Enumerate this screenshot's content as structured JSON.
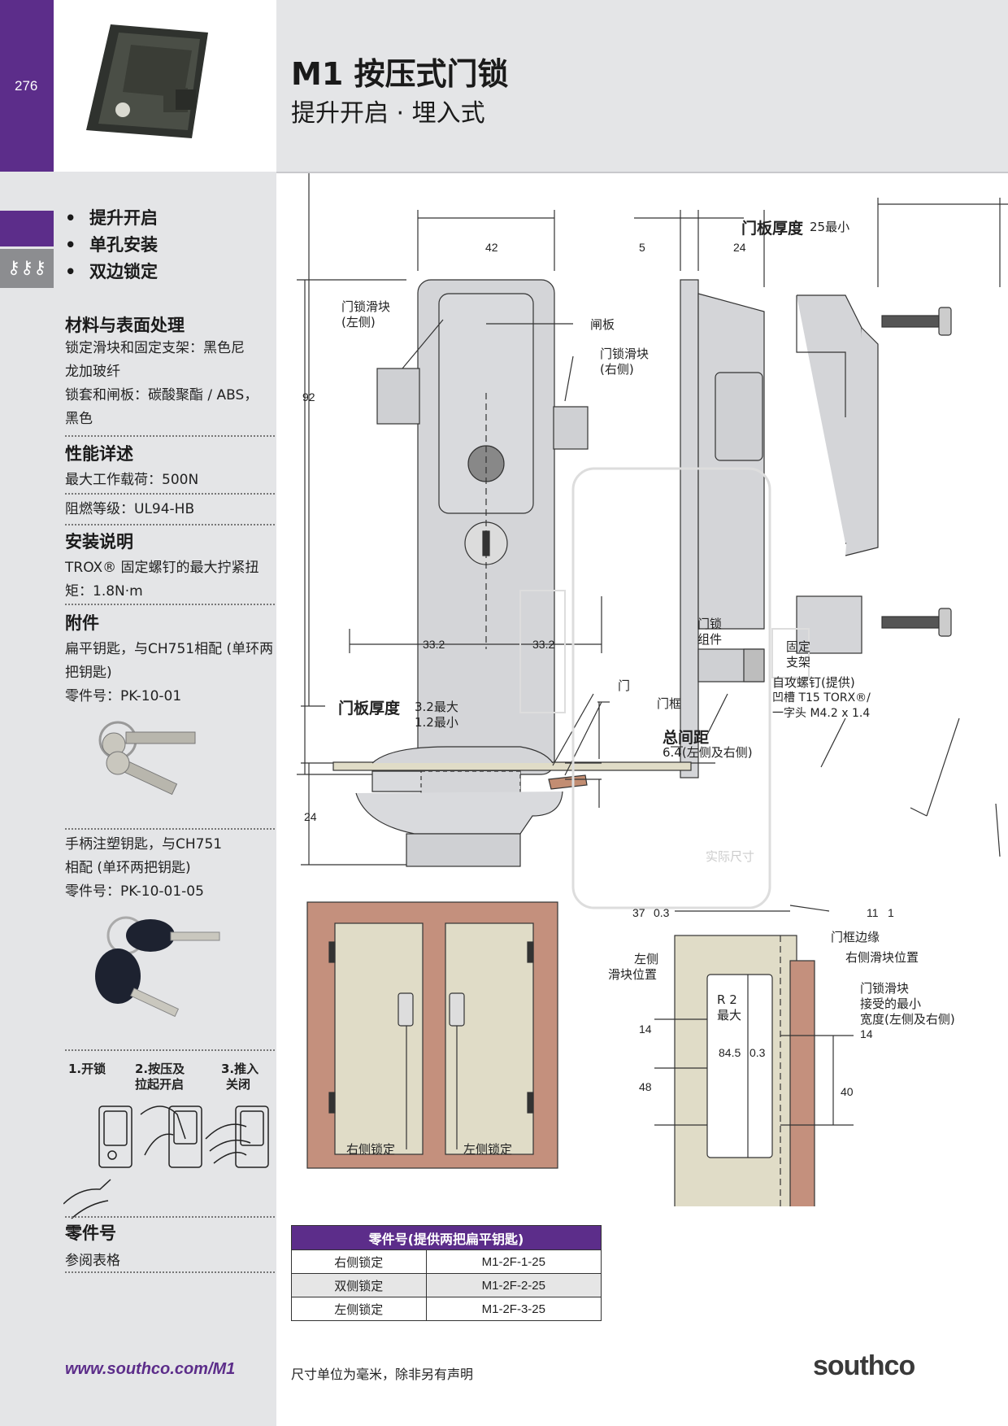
{
  "header": {
    "page_number": "276",
    "title": "M1 按压式门锁",
    "subtitle": "提升开启 · 埋入式"
  },
  "sidebar": {
    "features": [
      "提升开启",
      "单孔安装",
      "双边锁定"
    ],
    "key_icon": "key-icon",
    "materials_heading": "材料与表面处理",
    "materials_line1": "锁定滑块和固定支架：黑色尼",
    "materials_line2": "龙加玻纤",
    "materials_line3": "锁套和闸板：碳酸聚酯 / ABS，",
    "materials_line4": "黑色",
    "performance_heading": "性能详述",
    "performance_load": "最大工作载荷：500N",
    "performance_rating": "阻燃等级：UL94-HB",
    "install_heading": "安装说明",
    "install_line1": "TROX® 固定螺钉的最大拧紧扭",
    "install_line2": "矩：1.8N·m",
    "accessory_heading": "附件",
    "acc1_line1": "扁平钥匙，与CH751相配 (单环两",
    "acc1_line2": "把钥匙)",
    "acc1_part": "零件号：PK-10-01",
    "acc2_line1": "手柄注塑钥匙，与CH751",
    "acc2_line2": "相配 (单环两把钥匙)",
    "acc2_part": "零件号：PK-10-01-05",
    "steps": [
      "1.开锁",
      "2.按压及",
      "拉起开启",
      "3.推入",
      "关闭"
    ],
    "part_heading": "零件号",
    "part_text": "参阅表格",
    "website": "www.southco.com/M1"
  },
  "drawings": {
    "front": {
      "dim_width": "42",
      "dim_height": "92",
      "dim_left": "33.2",
      "dim_right": "33.2",
      "lbl_slider_left_1": "门锁滑块",
      "lbl_slider_left_2": "(左侧)",
      "lbl_gate": "闸板",
      "lbl_slider_right_1": "门锁滑块",
      "lbl_slider_right_2": "(右侧)"
    },
    "side": {
      "dim_5": "5",
      "dim_24": "24",
      "panel_thickness": "门板厚度",
      "panel_min": "25最小",
      "lbl_assembly_1": "门锁",
      "lbl_assembly_2": "组件",
      "lbl_bracket_1": "固定",
      "lbl_bracket_2": "支架",
      "lbl_screw_1": "自攻螺钉(提供)",
      "lbl_screw_2": "凹槽 T15 TORX®/",
      "lbl_screw_3": "一字头 M4.2 x 1.4"
    },
    "section": {
      "panel_thickness": "门板厚度",
      "max": "3.2最大",
      "min": "1.2最小",
      "dim_24": "24",
      "lbl_door": "门",
      "lbl_frame": "门框",
      "clearance": "总间距",
      "clearance_val": "6.4(左侧及右侧)",
      "actual_size": "实际尺寸"
    },
    "cabinet": {
      "lbl_right": "右侧锁定",
      "lbl_left": "左侧锁定"
    },
    "cutout": {
      "dim_37": "37",
      "dim_03a": "0.3",
      "dim_11": "11",
      "dim_1": "1",
      "lbl_frame_edge": "门框边缘",
      "lbl_right_slider": "右侧滑块位置",
      "lbl_left_slider_1": "左侧",
      "lbl_left_slider_2": "滑块位置",
      "lbl_min_width_1": "门锁滑块",
      "lbl_min_width_2": "接受的最小",
      "lbl_min_width_3": "宽度(左侧及右侧)",
      "dim_14r": "14",
      "r2": "R 2",
      "r2max": "最大",
      "dim_14": "14",
      "dim_845": "84.5",
      "dim_03b": "0.3",
      "dim_48": "48",
      "dim_40": "40"
    }
  },
  "table": {
    "heading": "零件号(提供两把扁平钥匙)",
    "rows": [
      {
        "name": "右侧锁定",
        "part": "M1-2F-1-25"
      },
      {
        "name": "双侧锁定",
        "part": "M1-2F-2-25"
      },
      {
        "name": "左侧锁定",
        "part": "M1-2F-3-25"
      }
    ]
  },
  "footer": {
    "note": "尺寸单位为毫米，除非另有声明",
    "logo": "southco"
  },
  "colors": {
    "brand_purple": "#5c2d8a",
    "sidebar_gray": "#e4e5e7",
    "cabinet_brown": "#c4907d",
    "door_beige": "#e0dcc7"
  }
}
